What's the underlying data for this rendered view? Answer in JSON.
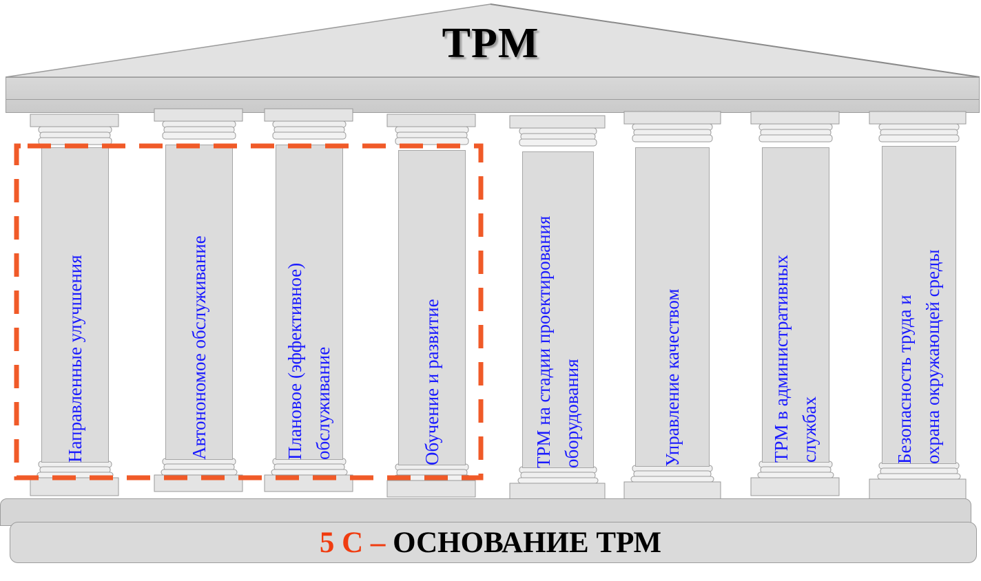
{
  "title": "TPM",
  "pillars": [
    {
      "lines": [
        "Направленные улучшения"
      ]
    },
    {
      "lines": [
        "Автонономое обслуживание"
      ]
    },
    {
      "lines": [
        "Плановое (эффективное)",
        "обслуживание"
      ]
    },
    {
      "lines": [
        "Обучение и развитие"
      ]
    },
    {
      "lines": [
        "ТРМ на стадии проектирования",
        "оборудования"
      ]
    },
    {
      "lines": [
        "Управление качеством"
      ]
    },
    {
      "lines": [
        "ТРМ в административных",
        "службах"
      ]
    },
    {
      "lines": [
        "Безопасность труда и",
        "охрана окружающей среды"
      ]
    }
  ],
  "foundation": {
    "accent": "5 С",
    "dash": "–",
    "text": "ОСНОВАНИЕ ТРМ"
  },
  "colors": {
    "label": "#1a1aff",
    "highlight": "#f05a28",
    "accent": "#f03c10",
    "stone": "#dcdcdc"
  }
}
